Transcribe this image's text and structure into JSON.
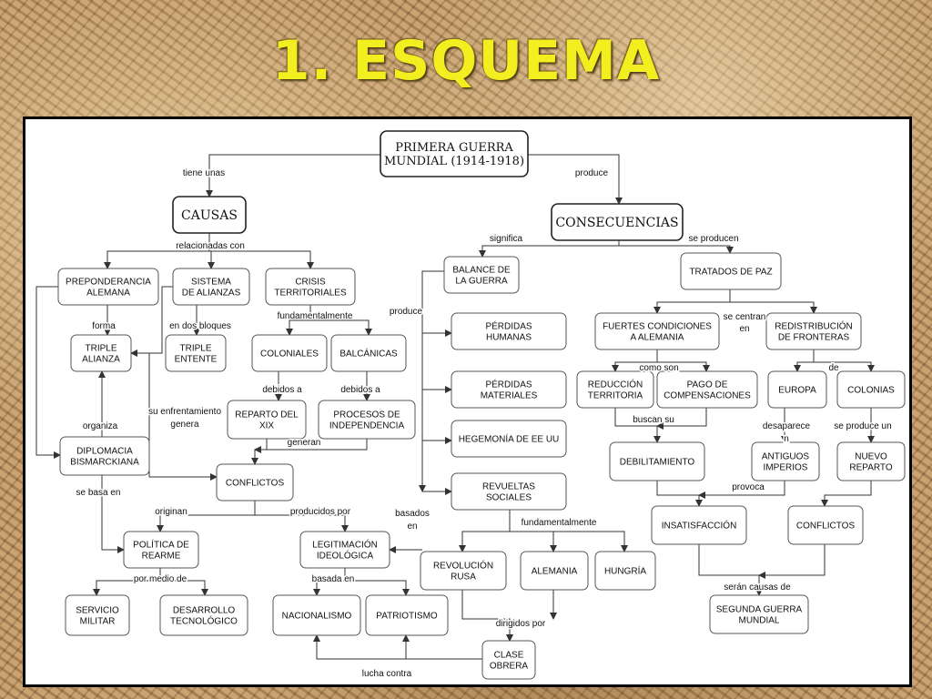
{
  "title": "1. ESQUEMA",
  "nodes": {
    "primera": [
      "PRIMERA GUERRA",
      "MUNDIAL (1914-1918)"
    ],
    "causas": [
      "CAUSAS"
    ],
    "consecuencias": [
      "CONSECUENCIAS"
    ],
    "preponderancia": [
      "PREPONDERANCIA",
      "ALEMANA"
    ],
    "sistema": [
      "SISTEMA",
      "DE ALIANZAS"
    ],
    "crisis": [
      "CRISIS",
      "TERRITORIALES"
    ],
    "triple_alianza": [
      "TRIPLE",
      "ALIANZA"
    ],
    "triple_entente": [
      "TRIPLE",
      "ENTENTE"
    ],
    "coloniales": [
      "COLONIALES"
    ],
    "balcanicas": [
      "BALCÁNICAS"
    ],
    "reparto_xix": [
      "REPARTO DEL",
      "XIX"
    ],
    "procesos": [
      "PROCESOS DE",
      "INDEPENDENCIA"
    ],
    "diplomacia": [
      "DIPLOMACIA",
      "BISMARCKIANA"
    ],
    "conflictos_l": [
      "CONFLICTOS"
    ],
    "politica": [
      "POLÍTICA DE",
      "REARME"
    ],
    "legitimacion": [
      "LEGITIMACIÓN",
      "IDEOLÓGICA"
    ],
    "servicio": [
      "SERVICIO",
      "MILITAR"
    ],
    "desarrollo": [
      "DESARROLLO",
      "TECNOLÓGICO"
    ],
    "nacionalismo": [
      "NACIONALISMO"
    ],
    "patriotismo": [
      "PATRIOTISMO"
    ],
    "clase": [
      "CLASE",
      "OBRERA"
    ],
    "balance": [
      "BALANCE DE",
      "LA GUERRA"
    ],
    "perd_hum": [
      "PÉRDIDAS",
      "HUMANAS"
    ],
    "perd_mat": [
      "PÉRDIDAS",
      "MATERIALES"
    ],
    "hegemonia": [
      "HEGEMONÍA DE EE UU"
    ],
    "revueltas": [
      "REVUELTAS",
      "SOCIALES"
    ],
    "rev_rusa": [
      "REVOLUCIÓN",
      "RUSA"
    ],
    "alemania": [
      "ALEMANIA"
    ],
    "hungria": [
      "HUNGRÍA"
    ],
    "tratados": [
      "TRATADOS DE PAZ"
    ],
    "fuertes": [
      "FUERTES CONDICIONES",
      "A ALEMANIA"
    ],
    "redistribucion": [
      "REDISTRIBUCIÓN",
      "DE FRONTERAS"
    ],
    "reduccion": [
      "REDUCCIÓN",
      "TERRITORIA"
    ],
    "pago": [
      "PAGO DE",
      "COMPENSACIONES"
    ],
    "europa": [
      "EUROPA"
    ],
    "colonias": [
      "COLONIAS"
    ],
    "debilitamiento": [
      "DEBILITAMIENTO"
    ],
    "antiguos": [
      "ANTIGUOS",
      "IMPERIOS"
    ],
    "nuevo": [
      "NUEVO",
      "REPARTO"
    ],
    "insatisfaccion": [
      "INSATISFACCIÓN"
    ],
    "conflictos_r": [
      "CONFLICTOS"
    ],
    "segunda": [
      "SEGUNDA GUERRA",
      "MUNDIAL"
    ]
  },
  "labels": {
    "tiene_unas": "tiene unas",
    "produce": "produce",
    "relacionadas_con": "relacionadas con",
    "significa": "significa",
    "se_producen": "se producen",
    "forma": "forma",
    "en_dos_bloques": "en dos bloques",
    "fundamentalmente_a": "fundamentalmente",
    "produce_b": "produce",
    "debidos_a_1": "debidos a",
    "debidos_a_2": "debidos a",
    "su_enfrentamiento": "su enfrentamiento",
    "genera": "genera",
    "organiza": "organiza",
    "generan": "generan",
    "se_basa_en": "se basa en",
    "originan": "originan",
    "producidos_por": "producidos por",
    "basados": "basados",
    "en_b": "en",
    "por_medio_de": "por medio de",
    "basada_en": "basada en",
    "dirigidos_por": "dirigidos por",
    "lucha_contra": "lucha contra",
    "fundamentalmente_b": "fundamentalmente",
    "se_centran": "se centran",
    "en_c": "en",
    "como_son": "como son",
    "de": "de",
    "buscan_su": "buscan su",
    "desaparece": "desaparece",
    "n": "n",
    "se_produce_un": "se produce un",
    "provoca": "provoca",
    "seran_causas_de": "serán causas de"
  }
}
